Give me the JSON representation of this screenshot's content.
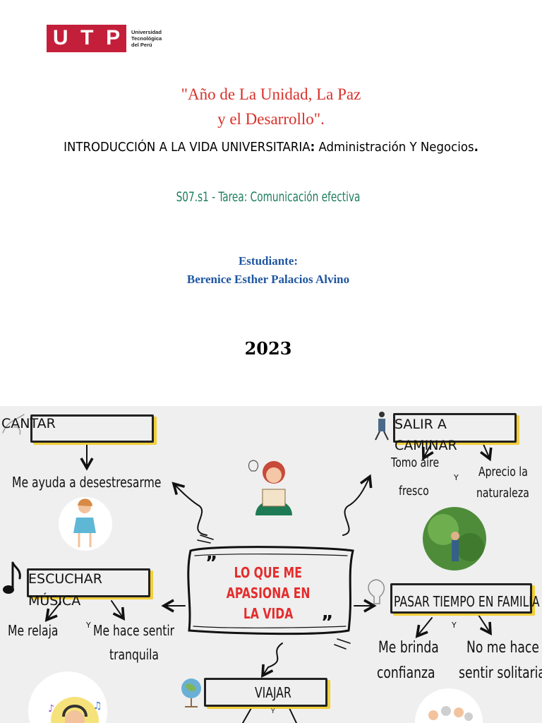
{
  "logo": {
    "mark": "UTP",
    "subtitle": [
      "Universidad",
      "Tecnológica",
      "del Perú"
    ]
  },
  "motto": {
    "line1": "\"Año de La Unidad, La Paz",
    "line2": "y el Desarrollo\"."
  },
  "course": {
    "name": "INTRODUCCIÓN A LA VIDA UNIVERSITARIA",
    "sep": ":",
    "career": " Administración Y Negocios",
    "end": "."
  },
  "task": "S07.s1 - Tarea: Comunicación efectiva",
  "student": {
    "label": "Estudiante:",
    "name": "Berenice Esther Palacios Alvino"
  },
  "year": "2023",
  "mindmap": {
    "center": {
      "line1": "LO QUE ME",
      "line2": "APASIONA EN",
      "line3": "LA VIDA",
      "quote_open": "”",
      "quote_close": "”"
    },
    "cantar": {
      "title": "CANTAR",
      "detail": "Me ayuda a desestresarme"
    },
    "escuchar": {
      "title_line1": "ESCUCHAR",
      "title_line2": "MÚSICA",
      "detail1": "Me relaja",
      "connector": "Y",
      "detail2_line1": "Me hace sentir",
      "detail2_line2": "tranquila"
    },
    "salir": {
      "title_line1": "SALIR A",
      "title_line2": "CAMINAR",
      "detail1_line1": "Tomo aire",
      "detail1_line2": "fresco",
      "connector": "Y",
      "detail2_line1": "Aprecio la",
      "detail2_line2": "naturaleza"
    },
    "familia": {
      "title": "PASAR TIEMPO EN FAMILIA",
      "connector": "Y",
      "detail1_line1": "Me brinda",
      "detail1_line2": "confianza",
      "detail2_line1": "No me hace",
      "detail2_line2": "sentir solitaria"
    },
    "viajar": {
      "title": "VIAJAR",
      "connector": "Y"
    },
    "colors": {
      "accent": "#e52c2c",
      "box_shadow": "#f2cf39",
      "background": "#efefef"
    }
  }
}
